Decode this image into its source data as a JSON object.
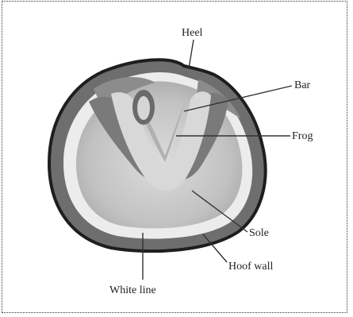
{
  "labels": {
    "heel": "Heel",
    "bar": "Bar",
    "frog": "Frog",
    "sole": "Sole",
    "hoof_wall": "Hoof wall",
    "white_line": "White line"
  },
  "colors": {
    "outline": "#1e1e1e",
    "hoof_wall": "#6e6e6e",
    "white_line": "#ededed",
    "sole": "#b8b8b8",
    "sole_light": "#d2d2d2",
    "frog": "#8a8a8a",
    "bar": "#7a7a7a",
    "leader": "#333333"
  }
}
